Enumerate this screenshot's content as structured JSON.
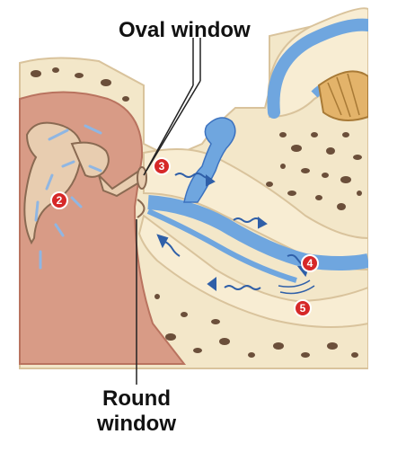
{
  "labels": {
    "oval_window": "Oval window",
    "round_window_line1": "Round",
    "round_window_line2": "window"
  },
  "markers": [
    {
      "id": "2",
      "text": "2"
    },
    {
      "id": "3",
      "text": "3"
    },
    {
      "id": "4",
      "text": "4"
    },
    {
      "id": "5",
      "text": "5"
    }
  ],
  "colors": {
    "bone": "#f3e7c9",
    "bone_holes": "#6b4f3a",
    "bone_shading": "#d9c39c",
    "middle_ear_tissue": "#d89b86",
    "ossicle": "#e8cdb0",
    "fluid_blue": "#6fa6df",
    "fluid_dark": "#2f5fa8",
    "marker_red": "#d62828",
    "membrane": "#e3b36a"
  }
}
